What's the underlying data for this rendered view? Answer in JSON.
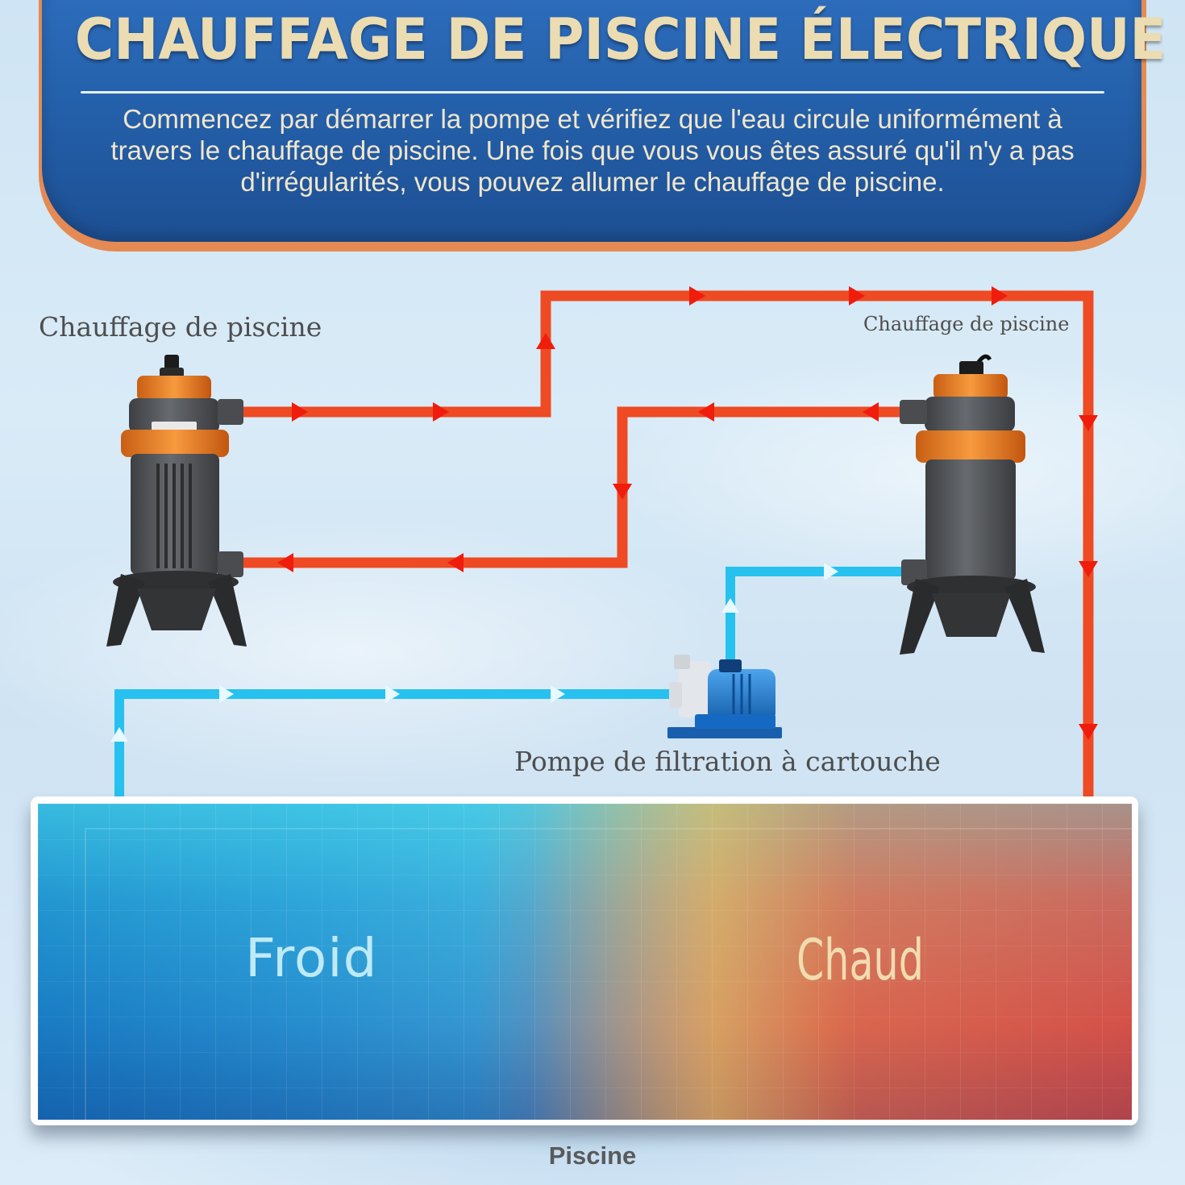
{
  "header": {
    "title": "CHAUFFAGE DE PISCINE ÉLECTRIQUE",
    "description": "Commencez par démarrer la pompe et vérifiez que l'eau circule uniformément à travers le chauffage de piscine. Une fois que vous vous êtes assuré qu'il n'y a pas d'irrégularités, vous pouvez allumer le chauffage de piscine."
  },
  "labels": {
    "heater_left": "Chauffage de piscine",
    "heater_right": "Chauffage de piscine",
    "pump": "Pompe de filtration à cartouche",
    "pool": "Piscine",
    "cold": "Froid",
    "hot": "Chaud"
  },
  "colors": {
    "hot_pipe": "#ee4a24",
    "cold_pipe": "#27c1ef",
    "banner": "#2562ad",
    "title_text": "#ecdcb2",
    "heater_body": "#55575a",
    "heater_accent": "#f07f22",
    "pump_body": "#1f7fd6"
  },
  "icons": [
    "pool-heater-left-icon",
    "pool-heater-right-icon",
    "filtration-pump-icon",
    "flow-arrow-icon"
  ]
}
